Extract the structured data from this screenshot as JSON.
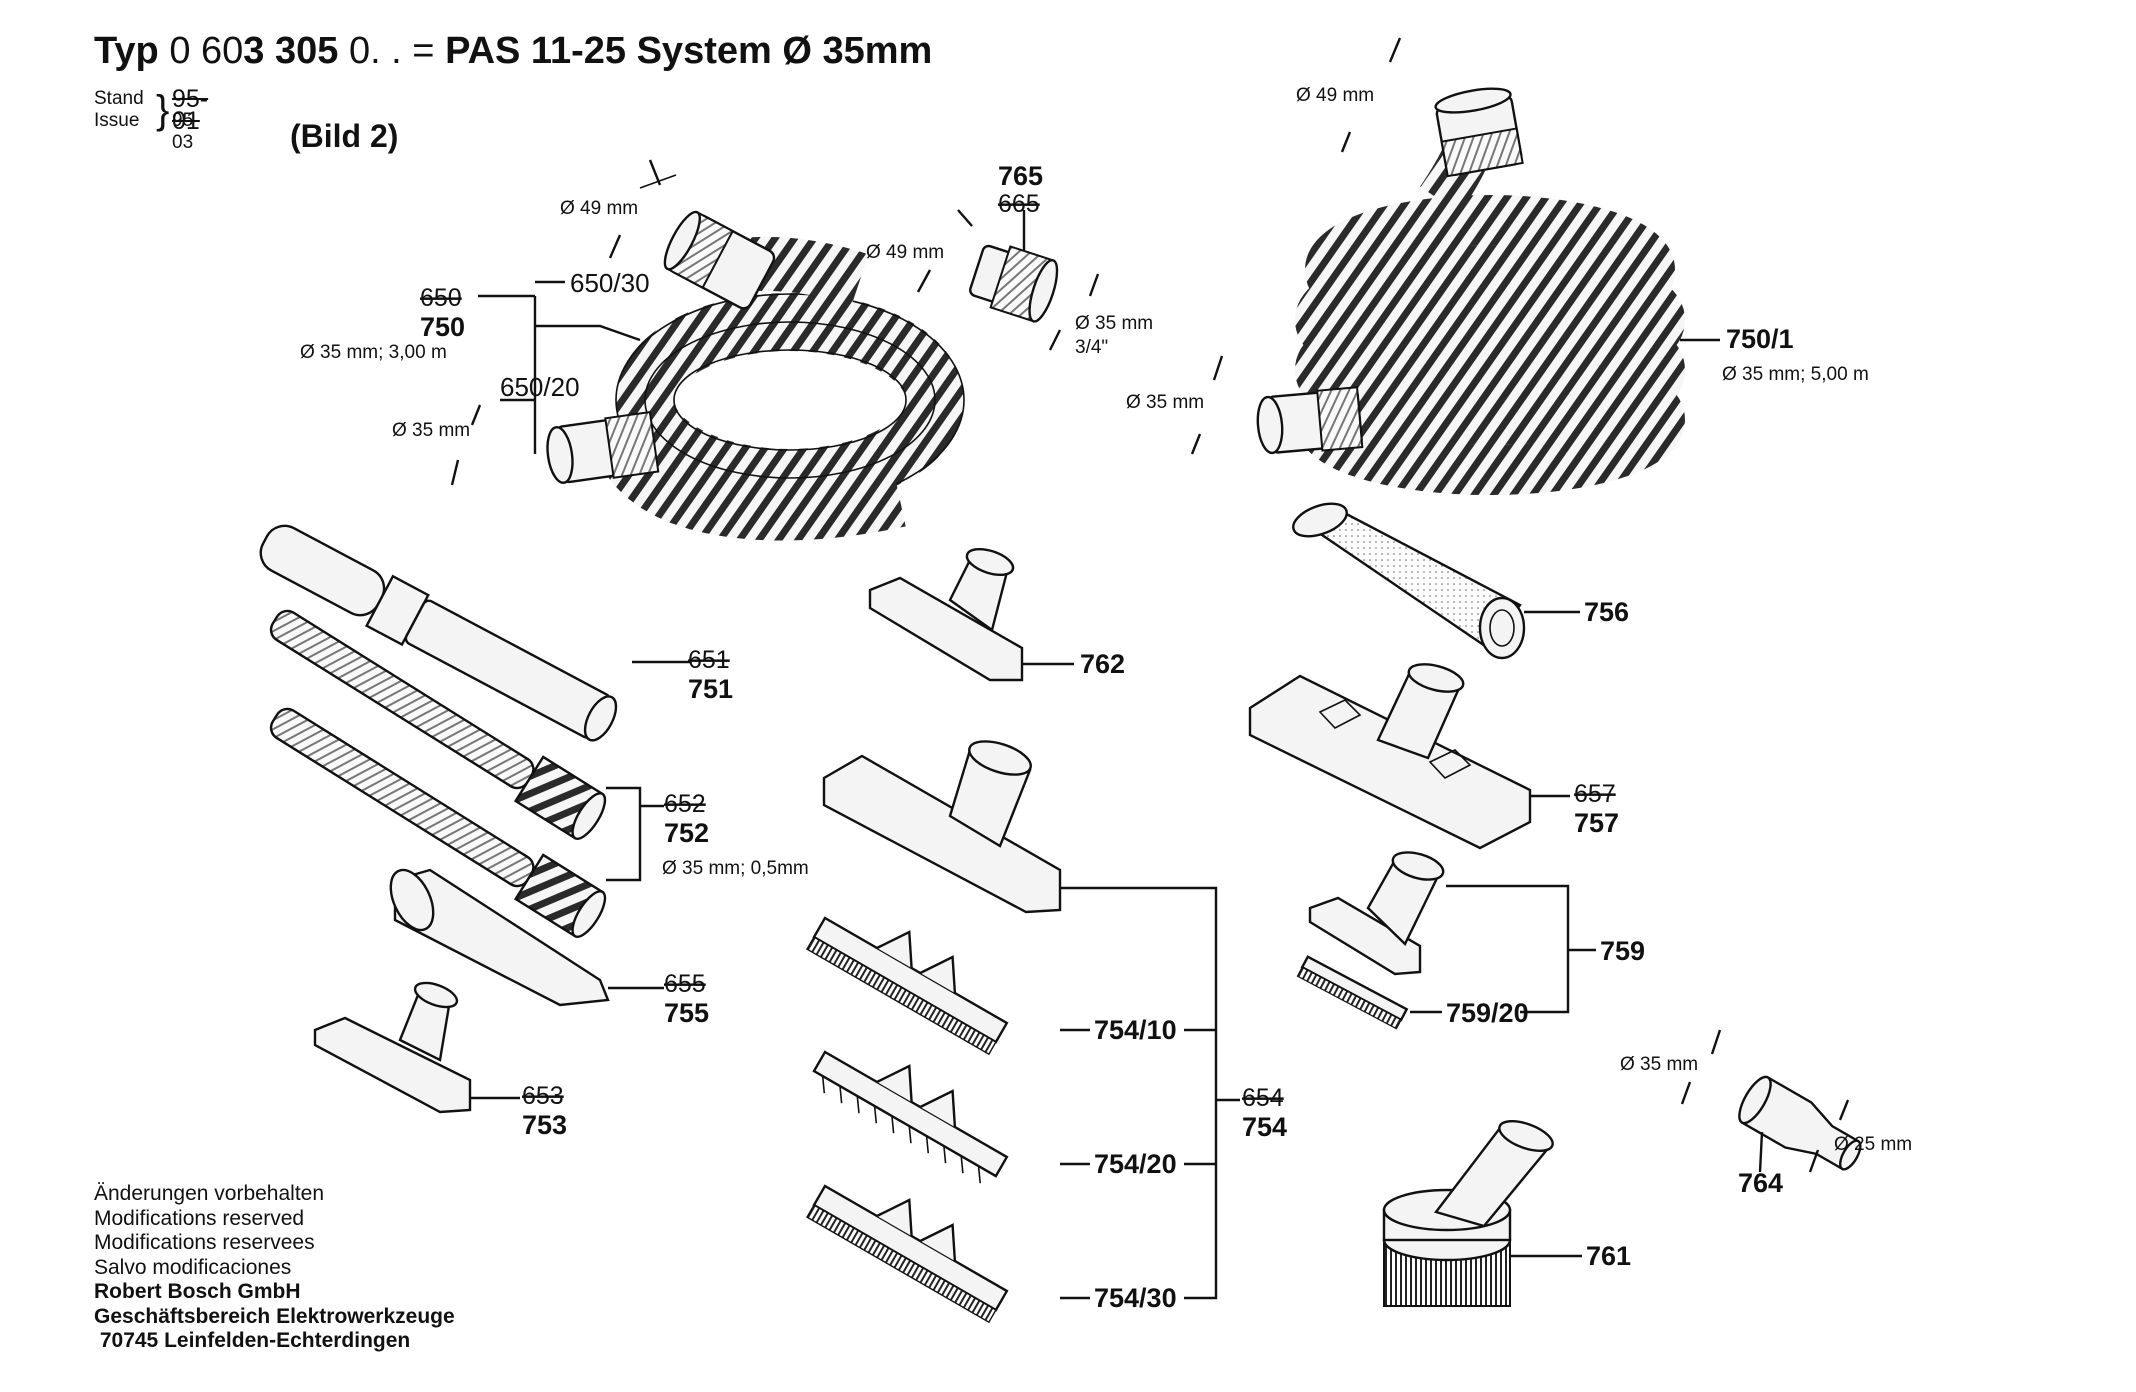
{
  "header": {
    "typ_label": "Typ",
    "code_light_1": "0 60",
    "code_bold": "3 305",
    "code_light_2": "0. . =",
    "model": "PAS 11-25  System Ø 35mm",
    "stand_label": "Stand",
    "issue_label": "Issue",
    "date_old": "95-01",
    "date_new": "95-03",
    "bild": "(Bild 2)"
  },
  "parts": {
    "hose_short": {
      "old": "650",
      "new": "750",
      "spec": "Ø 35 mm; 3,00 m",
      "sub_a": "650/30",
      "sub_b": "650/20",
      "dim_top": "Ø 49 mm",
      "dim_bottom": "Ø 35 mm"
    },
    "adapter_765": {
      "new": "765",
      "old": "665",
      "dim_left": "Ø 49 mm",
      "dim_right": "Ø 35 mm",
      "thread": "3/4\""
    },
    "hose_long": {
      "new": "750/1",
      "spec": "Ø 35 mm; 5,00 m",
      "dim_top": "Ø 49 mm",
      "dim_bottom": "Ø 35 mm"
    },
    "handle_751": {
      "old": "651",
      "new": "751"
    },
    "tubes_752": {
      "old": "652",
      "new": "752",
      "spec": "Ø 35 mm; 0,5mm"
    },
    "crevice_755": {
      "old": "655",
      "new": "755"
    },
    "nozzle_753": {
      "old": "653",
      "new": "753"
    },
    "nozzle_762": {
      "new": "762"
    },
    "cone_756": {
      "new": "756"
    },
    "floor_757": {
      "old": "657",
      "new": "757"
    },
    "nozzle_759": {
      "new": "759",
      "brush": "759/20"
    },
    "wet_754": {
      "old": "654",
      "new": "754",
      "a": "754/10",
      "b": "754/20",
      "c": "754/30"
    },
    "reducer_764": {
      "new": "764",
      "dim_top": "Ø 35 mm",
      "dim_bottom": "Ø 25 mm"
    },
    "brush_761": {
      "new": "761"
    }
  },
  "footer": {
    "line1": "Änderungen vorbehalten",
    "line2": "Modifications reserved",
    "line3": "Modifications reservees",
    "line4": "Salvo modificaciones",
    "company": "Robert Bosch GmbH",
    "division": "Geschäftsbereich Elektrowerkzeuge",
    "address": " 70745 Leinfelden-Echterdingen"
  }
}
